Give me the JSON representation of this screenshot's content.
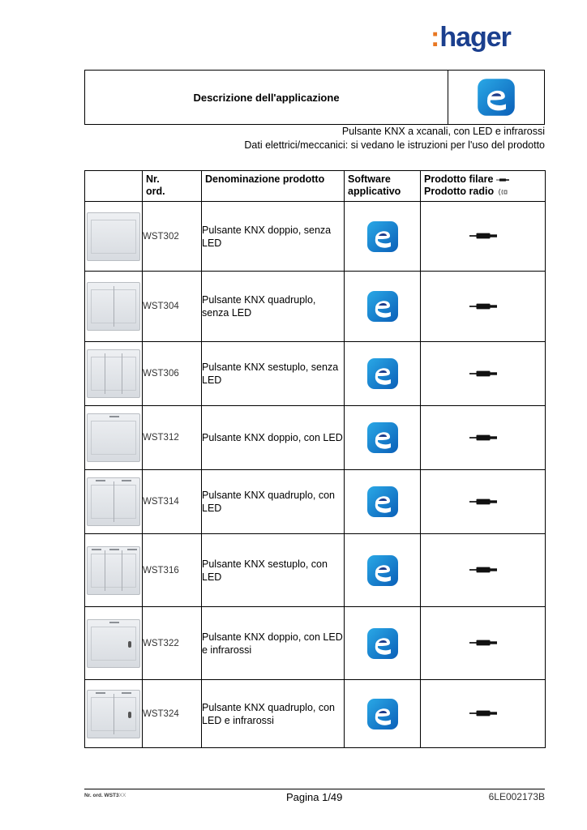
{
  "brand": {
    "colon": ":",
    "name": "hager",
    "color_primary": "#1b3f8e",
    "color_accent": "#e87722"
  },
  "header": {
    "title": "Descrizione dell'applicazione",
    "line1": "Pulsante KNX a xcanali, con LED e infrarossi",
    "line2": "Dati elettrici/meccanici: si vedano le istruzioni per l'uso del prodotto",
    "app_icon": "easy-app-icon"
  },
  "table": {
    "headers": {
      "order_line1": "Nr.",
      "order_line2": "ord.",
      "name": "Denominazione prodotto",
      "software_line1": "Software",
      "software_line2": "applicativo",
      "wired": "Prodotto filare",
      "radio": "Prodotto radio"
    },
    "rows": [
      {
        "order": "WST302",
        "name": "Pulsante KNX doppio, senza LED"
      },
      {
        "order": "WST304",
        "name": "Pulsante KNX quadruplo, senza LED"
      },
      {
        "order": "WST306",
        "name": "Pulsante KNX sestuplo, senza LED"
      },
      {
        "order": "WST312",
        "name": "Pulsante KNX doppio, con LED"
      },
      {
        "order": "WST314",
        "name": "Pulsante KNX quadruplo, con LED"
      },
      {
        "order": "WST316",
        "name": "Pulsante KNX sestuplo, con LED"
      },
      {
        "order": "WST322",
        "name": "Pulsante KNX doppio, con LED e infrarossi"
      },
      {
        "order": "WST324",
        "name": "Pulsante KNX quadruplo, con LED e infrarossi"
      }
    ]
  },
  "footer": {
    "order_prefix": "Nr. ord. WST3",
    "order_suffix": "XX",
    "page": "Pagina 1/49",
    "doc_code": "6LE002173B"
  }
}
